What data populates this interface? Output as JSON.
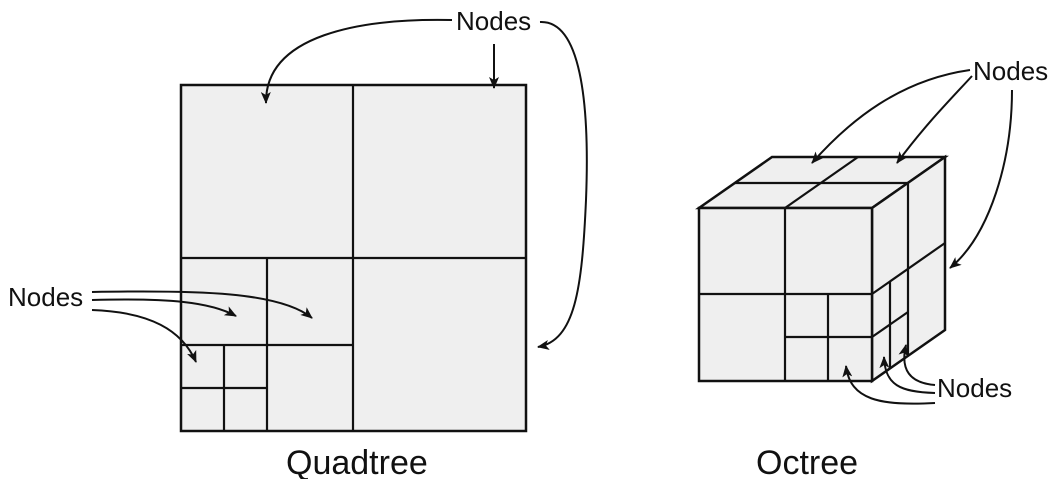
{
  "quadtree": {
    "caption": "Quadtree",
    "top_label": "Nodes",
    "left_label": "Nodes"
  },
  "octree": {
    "caption": "Octree",
    "top_label": "Nodes",
    "bottom_label": "Nodes"
  },
  "colors": {
    "fill": "#efefef",
    "stroke": "#111111"
  }
}
